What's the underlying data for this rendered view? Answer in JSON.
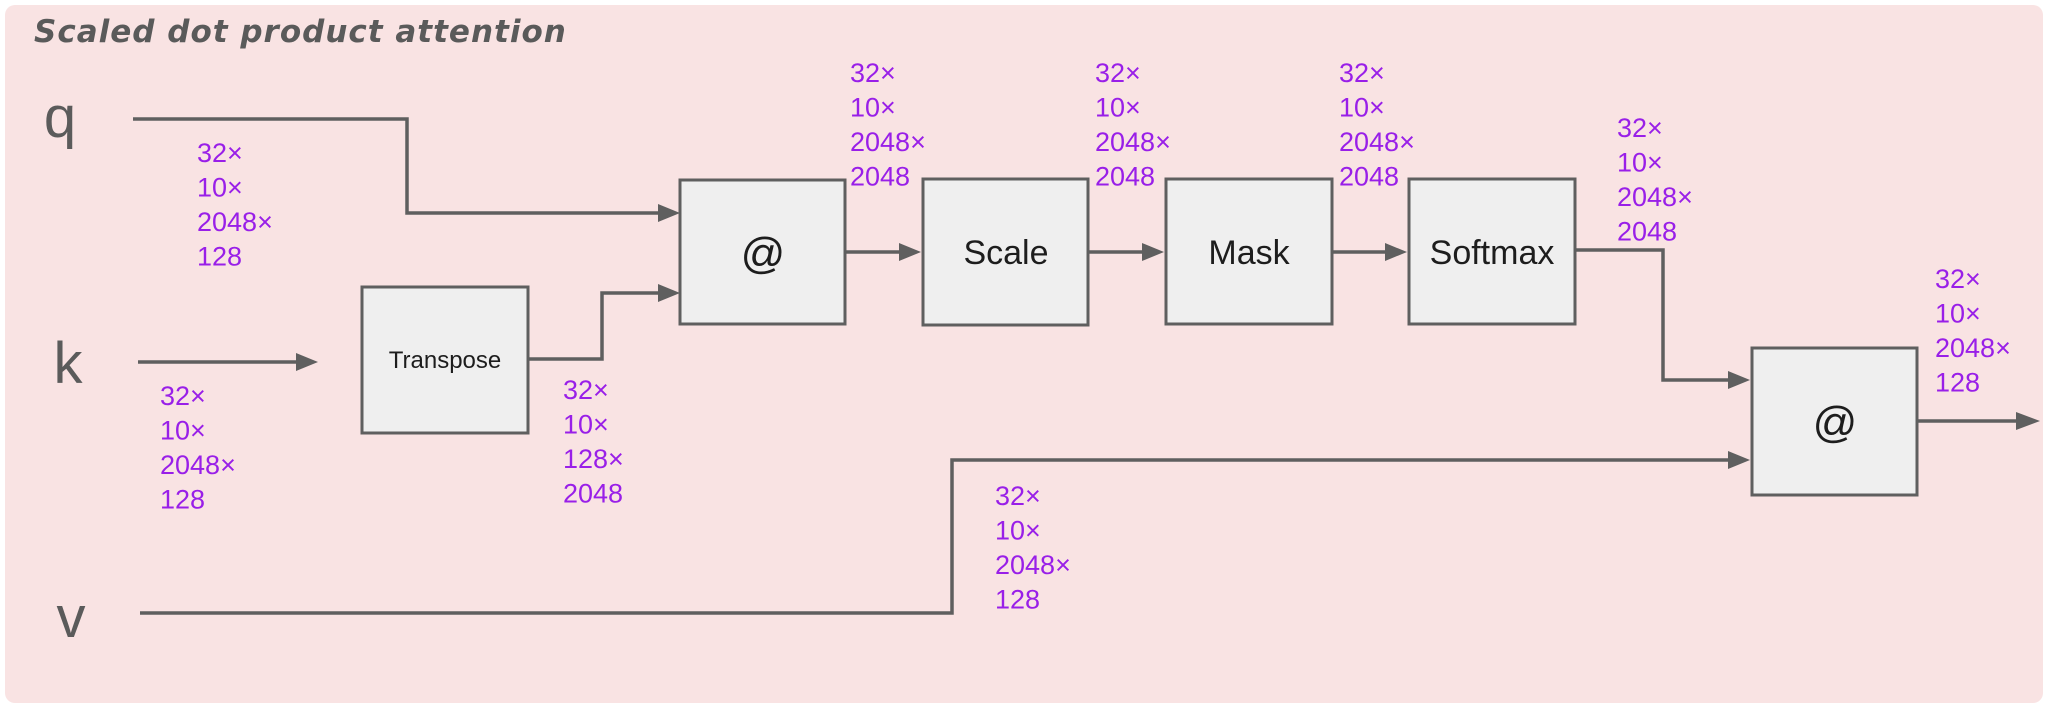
{
  "title": "Scaled dot product attention",
  "colors": {
    "page_background": "#ffffff",
    "canvas_background": "#f9e3e3",
    "box_fill": "#efefef",
    "box_border": "#5f5f5f",
    "wire": "#5f5f5f",
    "annotation_purple": "#991fe8",
    "input_label_gray": "#5b5b5b",
    "title_gray": "#5a5a5a"
  },
  "inputs": [
    {
      "id": "q",
      "label": "q"
    },
    {
      "id": "k",
      "label": "k"
    },
    {
      "id": "v",
      "label": "v"
    }
  ],
  "nodes": [
    {
      "id": "transpose",
      "label": "Transpose"
    },
    {
      "id": "matmul-1",
      "label": "@"
    },
    {
      "id": "scale",
      "label": "Scale"
    },
    {
      "id": "mask",
      "label": "Mask"
    },
    {
      "id": "softmax",
      "label": "Softmax"
    },
    {
      "id": "matmul-2",
      "label": "@"
    }
  ],
  "annotations": [
    {
      "id": "q-shape",
      "lines": [
        "32×",
        "10×",
        "2048×",
        "128"
      ]
    },
    {
      "id": "k-shape",
      "lines": [
        "32×",
        "10×",
        "2048×",
        "128"
      ]
    },
    {
      "id": "k-transposed-shape",
      "lines": [
        "32×",
        "10×",
        "128×",
        "2048"
      ]
    },
    {
      "id": "matmul1-out-shape",
      "lines": [
        "32×",
        "10×",
        "2048×",
        "2048"
      ]
    },
    {
      "id": "scale-out-shape",
      "lines": [
        "32×",
        "10×",
        "2048×",
        "2048"
      ]
    },
    {
      "id": "mask-out-shape",
      "lines": [
        "32×",
        "10×",
        "2048×",
        "2048"
      ]
    },
    {
      "id": "softmax-out-shape",
      "lines": [
        "32×",
        "10×",
        "2048×",
        "2048"
      ]
    },
    {
      "id": "v-shape",
      "lines": [
        "32×",
        "10×",
        "2048×",
        "128"
      ]
    },
    {
      "id": "output-shape",
      "lines": [
        "32×",
        "10×",
        "2048×",
        "128"
      ]
    }
  ]
}
